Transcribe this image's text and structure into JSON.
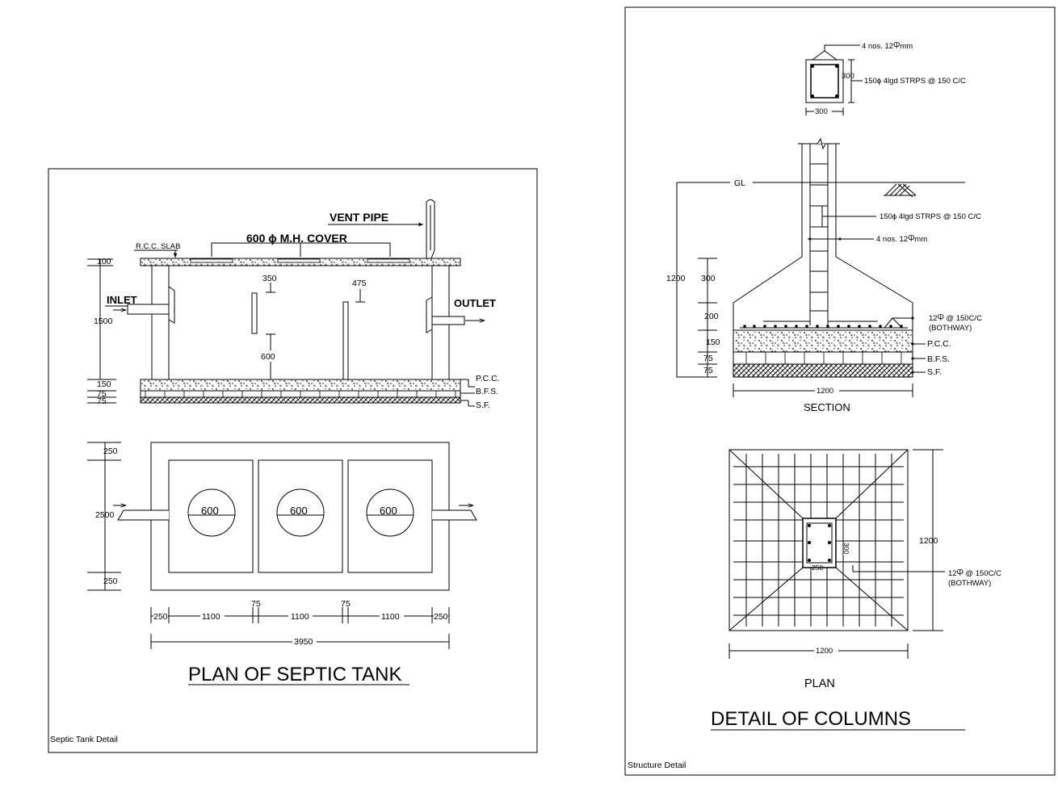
{
  "septic": {
    "title": "PLAN OF SEPTIC TANK",
    "footer": "Septic Tank Detail",
    "section": {
      "vent_pipe": "VENT PIPE",
      "mh_cover": "600 ϕ M.H. COVER",
      "rcc_slab": "R.C.C. SLAB",
      "inlet": "INLET",
      "outlet": "OUTLET",
      "dim_100": "100",
      "dim_1500": "1500",
      "dim_150": "150",
      "dim_75a": "75",
      "dim_75b": "75",
      "dim_350": "350",
      "dim_475": "475",
      "dim_600": "600",
      "pcc": "P.C.C.",
      "bfs": "B.F.S.",
      "sf": "S.F."
    },
    "plan": {
      "dim_250_top": "250",
      "dim_2500": "2500",
      "dim_250_bottom": "250",
      "manholes": [
        "600",
        "600",
        "600"
      ],
      "bottom_dims": [
        "250",
        "1100",
        "75",
        "1100",
        "75",
        "1100",
        "250"
      ],
      "total": "3950"
    }
  },
  "columns": {
    "title": "DETAIL OF COLUMNS",
    "footer": "Structure Detail",
    "col_section": {
      "bars": "4 nos. 12Ⴔmm",
      "stirrups": "150ϕ 4lgd STRPS @ 150 C/C",
      "dim_300_side": "300",
      "dim_300_bottom": "300"
    },
    "footing": {
      "gl": "GL",
      "stirrups": "150ϕ 4lgd STRPS @ 150 C/C",
      "bars": "4 nos. 12Ⴔmm",
      "dim_1200": "1200",
      "dim_300": "300",
      "dim_200": "200",
      "dim_150": "150",
      "dim_75a": "75",
      "dim_75b": "75",
      "reinf_1": "12Ⴔ @ 150C/C",
      "reinf_2": "(BOTHWAY)",
      "pcc": "P.C.C.",
      "bfs": "B.F.S.",
      "sf": "S.F.",
      "width": "1200",
      "caption": "SECTION"
    },
    "plan": {
      "dim_side": "1200",
      "dim_bottom": "1200",
      "dim_col_w": "250",
      "dim_col_h": "300",
      "reinf_1": "12Ⴔ @ 150C/C",
      "reinf_2": "(BOTHWAY)",
      "caption": "PLAN"
    }
  }
}
